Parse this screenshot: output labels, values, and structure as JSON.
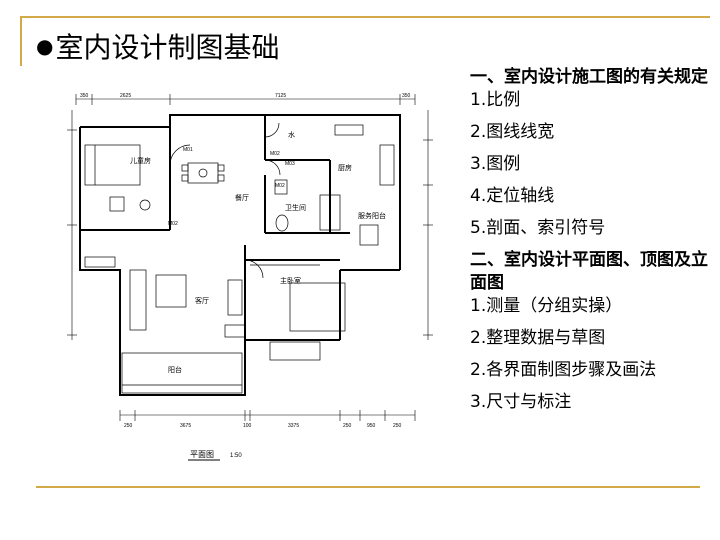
{
  "slide": {
    "title": "室内设计制图基础",
    "accent": "#d4a94a"
  },
  "plan": {
    "dims_top": [
      "350",
      "2625",
      "7125",
      "350"
    ],
    "dims_bottom": [
      "250",
      "3675",
      "100",
      "3375",
      "250",
      "950",
      "250"
    ],
    "rooms": {
      "children": "儿童房",
      "dining": "餐厅",
      "kitchen": "厨房",
      "bath": "卫生间",
      "service_balcony": "服务阳台",
      "master": "主卧室",
      "living": "客厅",
      "balcony": "阳台",
      "water": "水"
    },
    "marks": [
      "M01",
      "M02",
      "M03",
      "M02",
      "M02"
    ],
    "caption": "平面图",
    "scale": "1:50"
  },
  "sidebar": {
    "section1": "一、室内设计施工图的有关规定",
    "items1": [
      "1.比例",
      "2.图线线宽",
      "3.图例",
      "4.定位轴线",
      "5.剖面、索引符号"
    ],
    "section2": "二、室内设计平面图、顶图及立面图",
    "items2": [
      "1.测量（分组实操）",
      "2.整理数据与草图",
      "2.各界面制图步骤及画法",
      "3.尺寸与标注"
    ]
  }
}
